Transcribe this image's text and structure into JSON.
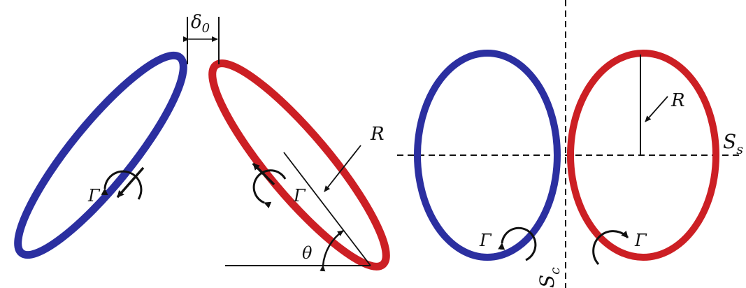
{
  "labels": {
    "delta": "δ",
    "delta_sub": "0",
    "R_left": "R",
    "R_right": "R",
    "theta": "θ",
    "gamma": "Γ",
    "S_s": "S",
    "S_s_sub": "s",
    "S_c": "S",
    "S_c_sub": "c"
  },
  "colors": {
    "blue_ring": "#2b2fa0",
    "red_ring": "#cc1f24",
    "line": "#111111"
  }
}
